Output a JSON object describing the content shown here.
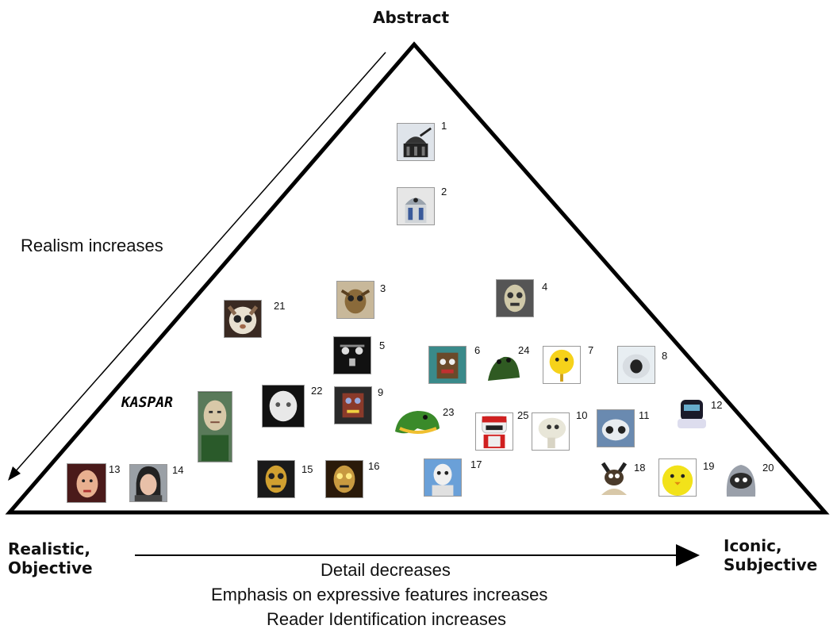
{
  "labels": {
    "top": "Abstract",
    "left_line1": "Realistic,",
    "left_line2": "Objective",
    "right_line1": "Iconic,",
    "right_line2": "Subjective",
    "diagonal": "Realism increases",
    "bottom_line1": "Detail decreases",
    "bottom_line2": "Emphasis on expressive features increases",
    "bottom_line3": "Reader Identification increases",
    "kaspar": "KASPAR"
  },
  "robots": [
    {
      "n": "1"
    },
    {
      "n": "2"
    },
    {
      "n": "3"
    },
    {
      "n": "4"
    },
    {
      "n": "5"
    },
    {
      "n": "6"
    },
    {
      "n": "24"
    },
    {
      "n": "7"
    },
    {
      "n": "8"
    },
    {
      "n": "21"
    },
    {
      "n": "22"
    },
    {
      "n": "9"
    },
    {
      "n": "23"
    },
    {
      "n": "25"
    },
    {
      "n": "10"
    },
    {
      "n": "11"
    },
    {
      "n": "12"
    },
    {
      "n": "13"
    },
    {
      "n": "14"
    },
    {
      "n": "15"
    },
    {
      "n": "16"
    },
    {
      "n": "17"
    },
    {
      "n": "18"
    },
    {
      "n": "19"
    },
    {
      "n": "20"
    }
  ],
  "colors": {
    "line": "#000000",
    "background": "#ffffff"
  }
}
